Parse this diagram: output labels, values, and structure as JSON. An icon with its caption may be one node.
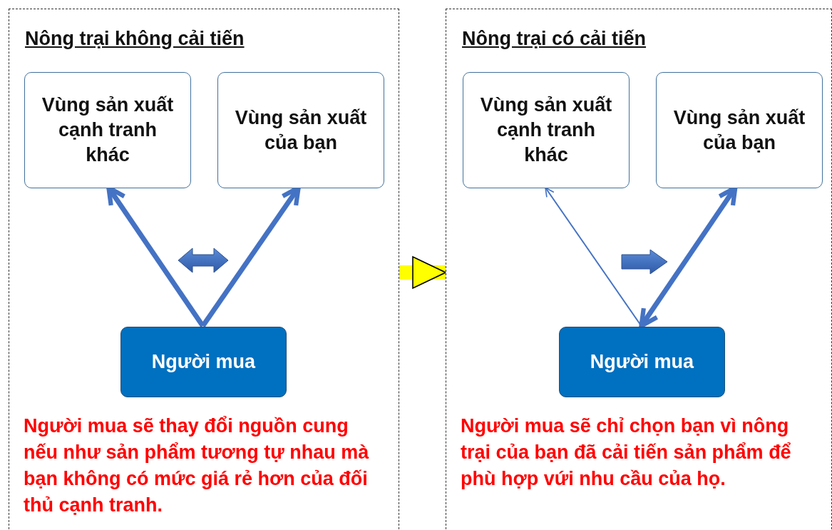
{
  "diagram": {
    "nodes": [
      {
        "text": [
          "Nông trại không cải tiến",
          "Người mua sẽ thay đổi nguồn cung nếu như sản phẩm tương tự nhau mà bạn không có mức giá rẻ hơn của đối thủ cạnh tranh."
        ]
      },
      {
        "text": [
          "Vùng sản xuất cạnh tranh khác"
        ],
        "in": 0
      },
      {
        "text": [
          "Vùng sản xuất của bạn"
        ],
        "in": 0
      },
      {
        "text": [
          "Người mua"
        ],
        "in": 0
      },
      {
        "text": [
          "Nông trại có cải tiến",
          "Người mua sẽ chỉ chọn bạn vì nông trại của bạn đã cải tiến sản phẩm để phù hợp vứi nhu cầu của họ."
        ]
      },
      {
        "text": [
          "Vùng sản xuất cạnh tranh khác"
        ],
        "in": 4
      },
      {
        "text": [
          "Vùng sản xuất của bạn"
        ],
        "in": 4
      },
      {
        "text": [
          "Người mua"
        ],
        "in": 4
      }
    ],
    "edges": [
      {
        "from": 3,
        "to": 1,
        "arrow": "to"
      },
      {
        "from": 3,
        "to": 2,
        "arrow": "to"
      },
      {
        "from": 0,
        "to": 4,
        "arrow": "to",
        "style": "thick",
        "color": "#ffff00"
      },
      {
        "from": 7,
        "to": 5,
        "arrow": "to"
      },
      {
        "from": 7,
        "to": 6,
        "arrow": "both"
      }
    ]
  }
}
